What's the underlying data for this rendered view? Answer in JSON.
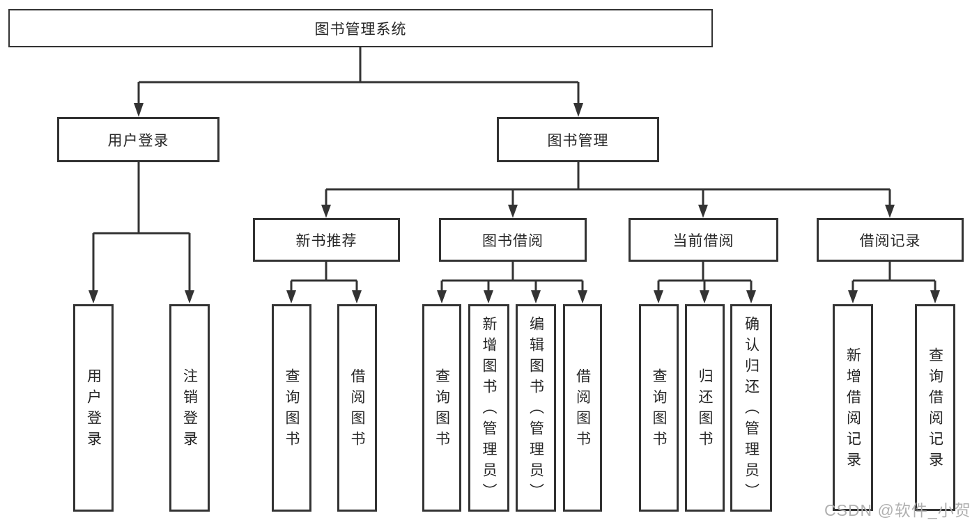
{
  "diagram": {
    "type": "hierarchy-tree",
    "root": "图书管理系统",
    "level2": {
      "user_login": "用户登录",
      "book_mgmt": "图书管理"
    },
    "level3": {
      "new_book": "新书推荐",
      "book_borrow": "图书借阅",
      "current_borrow": "当前借阅",
      "borrow_record": "借阅记录"
    },
    "leaves": {
      "user_login_child1": "用户登录",
      "user_login_child2": "注销登录",
      "new_book_child1": "查询图书",
      "new_book_child2": "借阅图书",
      "book_borrow_child1": "查询图书",
      "book_borrow_child2": "新增图书（管理员）",
      "book_borrow_child3": "编辑图书（管理员）",
      "book_borrow_child4": "借阅图书",
      "current_borrow_child1": "查询图书",
      "current_borrow_child2": "归还图书",
      "current_borrow_child3": "确认归还（管理员）",
      "borrow_record_child1": "新增借阅记录",
      "borrow_record_child2": "查询借阅记录"
    },
    "structure": {
      "图书管理系统": {
        "用户登录": [
          "用户登录",
          "注销登录"
        ],
        "图书管理": {
          "新书推荐": [
            "查询图书",
            "借阅图书"
          ],
          "图书借阅": [
            "查询图书",
            "新增图书（管理员）",
            "编辑图书（管理员）",
            "借阅图书"
          ],
          "当前借阅": [
            "查询图书",
            "归还图书",
            "确认归还（管理员）"
          ],
          "借阅记录": [
            "新增借阅记录",
            "查询借阅记录"
          ]
        }
      }
    },
    "watermark": "CSDN @软件_小贺同学",
    "colors": {
      "line": "#333333",
      "text": "#262626",
      "watermark": "#b0b0b0",
      "background": "#ffffff"
    }
  }
}
